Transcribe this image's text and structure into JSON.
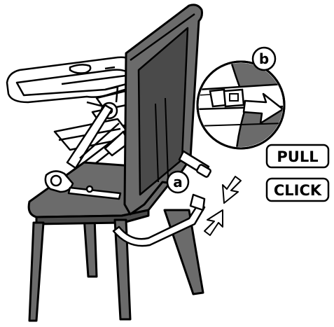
{
  "labels": {
    "pull": "PULL",
    "click": "CLICK",
    "step_a": "a",
    "step_b": "b"
  },
  "colors": {
    "chair": "#6b6b6b",
    "chair_dark": "#4a4a4a",
    "outline": "#000000",
    "booster": "#ffffff",
    "background": "#ffffff"
  },
  "icons": [
    "chair-illustration",
    "booster-seat-illustration",
    "strap-illustration",
    "buckle-illustration",
    "arrow-icon"
  ]
}
